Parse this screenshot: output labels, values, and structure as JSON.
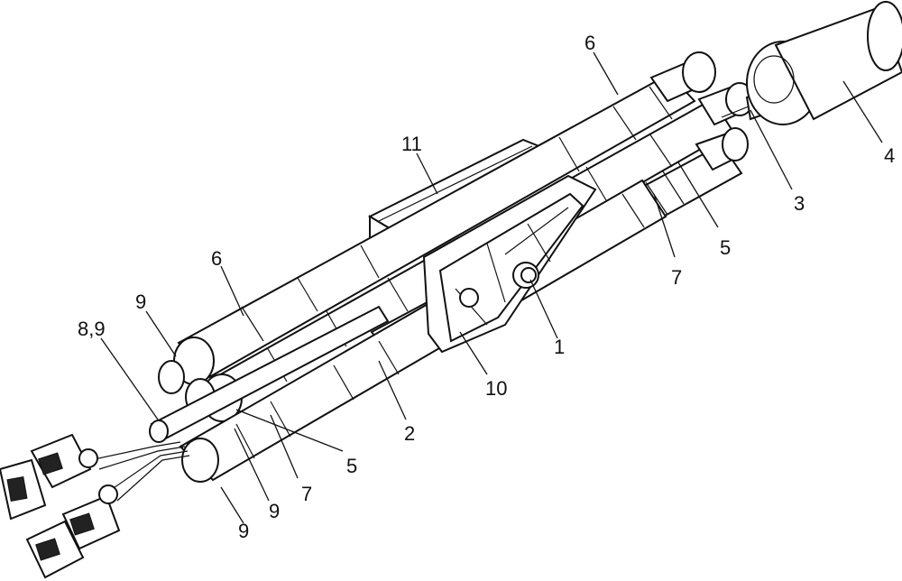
{
  "callouts": {
    "c1": "1",
    "c2": "2",
    "c3": "3",
    "c4": "4",
    "c5a": "5",
    "c5b": "5",
    "c6a": "6",
    "c6b": "6",
    "c7a": "7",
    "c7b": "7",
    "c89": "8,9",
    "c9a": "9",
    "c9b": "9",
    "c9c": "9",
    "c10": "10",
    "c11": "11"
  }
}
